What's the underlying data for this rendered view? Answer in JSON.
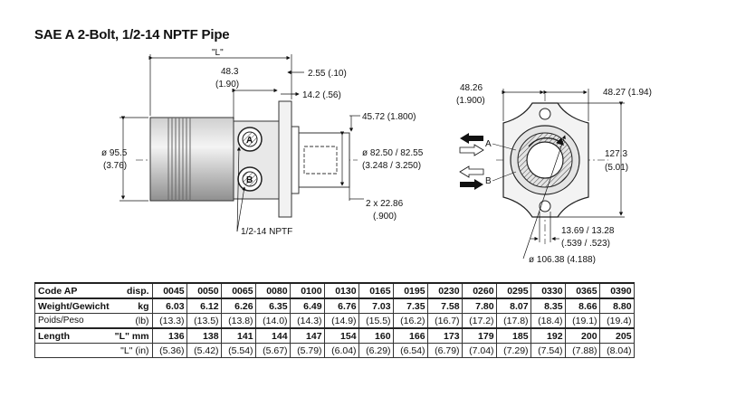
{
  "title": "SAE A 2-Bolt, 1/2-14 NPTF Pipe",
  "side_view": {
    "dim_L": "\"L\"",
    "dim_48_3": "48.3",
    "dim_48_3_in": "(1.90)",
    "dim_2_55": "2.55 (.10)",
    "dim_14_2": "14.2 (.56)",
    "dim_45_72": "45.72 (1.800)",
    "dim_95_5": "ø 95.5",
    "dim_95_5_in": "(3.76)",
    "dim_82_50": "ø 82.50 / 82.55",
    "dim_82_50_in": "(3.248 / 3.250)",
    "dim_22_86": "2 x 22.86",
    "dim_22_86_in": "(.900)",
    "port_a": "A",
    "port_b": "B",
    "port_label": "1/2-14 NPTF"
  },
  "end_view": {
    "dim_48_26": "48.26",
    "dim_48_26_in": "(1.900)",
    "dim_48_27": "48.27 (1.94)",
    "dim_127_3": "127.3",
    "dim_127_3_in": "(5.01)",
    "dim_13_69": "13.69 / 13.28",
    "dim_13_69_in": "(.539 / .523)",
    "dim_106_38": "ø 106.38 (4.188)",
    "label_a": "A",
    "label_b": "B"
  },
  "table": {
    "header_label": "Code AP",
    "header_unit": "disp.",
    "codes": [
      "0045",
      "0050",
      "0065",
      "0080",
      "0100",
      "0130",
      "0165",
      "0195",
      "0230",
      "0260",
      "0295",
      "0330",
      "0365",
      "0390"
    ],
    "weight_label": "Weight/Gewicht",
    "weight_unit": "kg",
    "weight_kg": [
      "6.03",
      "6.12",
      "6.26",
      "6.35",
      "6.49",
      "6.76",
      "7.03",
      "7.35",
      "7.58",
      "7.80",
      "8.07",
      "8.35",
      "8.66",
      "8.80"
    ],
    "poids_label": "Poids/Peso",
    "poids_unit": "(lb)",
    "weight_lb": [
      "(13.3)",
      "(13.5)",
      "(13.8)",
      "(14.0)",
      "(14.3)",
      "(14.9)",
      "(15.5)",
      "(16.2)",
      "(16.7)",
      "(17.2)",
      "(17.8)",
      "(18.4)",
      "(19.1)",
      "(19.4)"
    ],
    "length_label": "Length",
    "length_unit": "\"L\" mm",
    "length_mm": [
      "136",
      "138",
      "141",
      "144",
      "147",
      "154",
      "160",
      "166",
      "173",
      "179",
      "185",
      "192",
      "200",
      "205"
    ],
    "length_in_unit": "\"L\" (in)",
    "length_in": [
      "(5.36)",
      "(5.42)",
      "(5.54)",
      "(5.67)",
      "(5.79)",
      "(6.04)",
      "(6.29)",
      "(6.54)",
      "(6.79)",
      "(7.04)",
      "(7.29)",
      "(7.54)",
      "(7.88)",
      "(8.04)"
    ]
  }
}
